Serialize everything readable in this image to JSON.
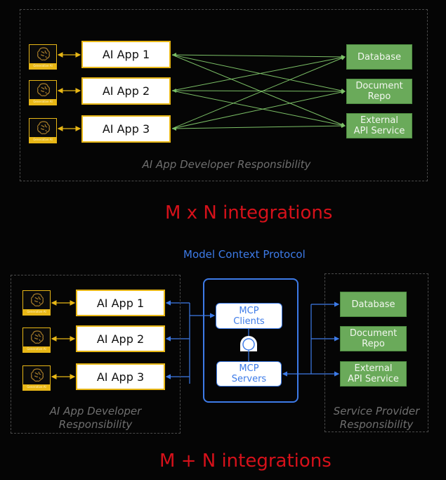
{
  "top_diagram": {
    "genai_label": "Generative AI",
    "apps": [
      "AI App 1",
      "AI App 2",
      "AI App 3"
    ],
    "services": [
      "Database",
      "Document\nRepo",
      "External\nAPI Service"
    ],
    "responsibility": "AI App Developer Responsibility",
    "caption": "M x N integrations"
  },
  "bottom_diagram": {
    "protocol_title": "Model Context Protocol",
    "genai_label": "Generative AI",
    "apps": [
      "AI App 1",
      "AI App 2",
      "AI App 3"
    ],
    "mcp_clients": "MCP\nClients",
    "mcp_servers": "MCP\nServers",
    "services": [
      "Database",
      "Document\nRepo",
      "External\nAPI Service"
    ],
    "developer_responsibility": "AI App Developer\nResponsibility",
    "provider_responsibility": "Service Provider\nResponsibility",
    "caption": "M + N integrations"
  },
  "colors": {
    "app_border": "#e8b716",
    "service_fill": "#6aaa5a",
    "service_line": "#7bbf66",
    "protocol_blue": "#3d7be8",
    "caption_red": "#d6111a"
  }
}
